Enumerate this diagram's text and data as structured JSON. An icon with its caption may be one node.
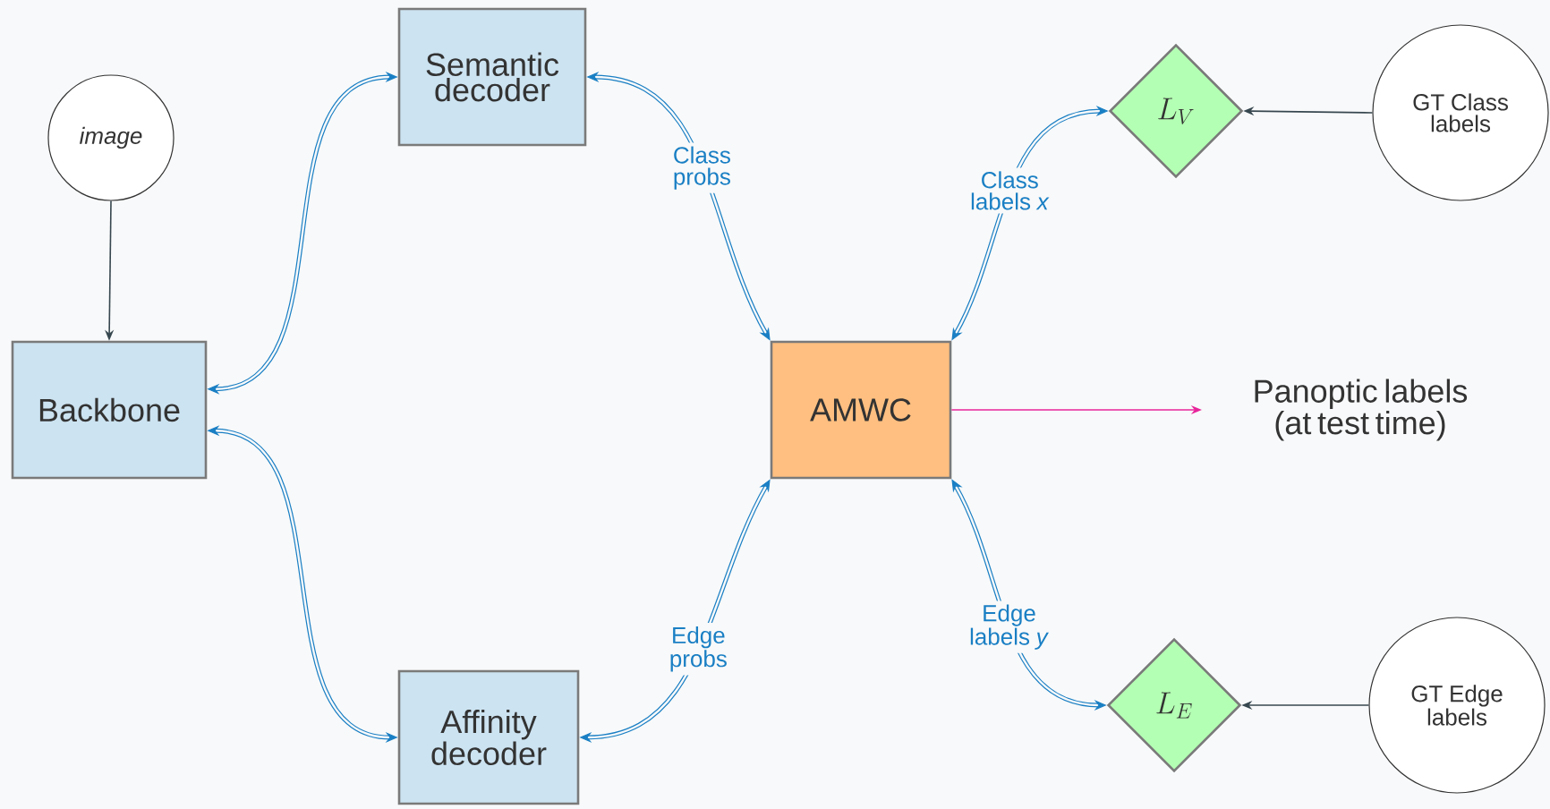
{
  "diagram": {
    "nodes": [
      {
        "text": [
          "image"
        ]
      },
      {
        "text": [
          "Backbone"
        ]
      },
      {
        "text": [
          "Semantic decoder"
        ]
      },
      {
        "text": [
          "Affinity decoder"
        ]
      },
      {
        "text": [
          "AMWC"
        ]
      },
      {
        "text": [
          "L_{V}"
        ]
      },
      {
        "text": [
          "GT Class labels"
        ]
      },
      {
        "text": [
          "Panoptic labels (at test time)"
        ]
      },
      {
        "text": [
          "L_{E}"
        ]
      },
      {
        "text": [
          "GT Edge labels"
        ]
      }
    ],
    "edges": [
      {
        "from": 0,
        "to": 1,
        "arrow": "to",
        "color": "#37474f"
      },
      {
        "from": 1,
        "to": 2,
        "arrow": "both"
      },
      {
        "from": 1,
        "to": 3,
        "arrow": "both"
      },
      {
        "from": 2,
        "to": 4,
        "arrow": "both",
        "label": "Class probs"
      },
      {
        "from": 3,
        "to": 4,
        "arrow": "both",
        "label": "Edge probs"
      },
      {
        "from": 4,
        "to": 5,
        "arrow": "both",
        "label": "Class labels *x*"
      },
      {
        "from": 4,
        "to": 8,
        "arrow": "both",
        "label": "Edge labels *y*"
      },
      {
        "from": 6,
        "to": 5,
        "arrow": "to",
        "color": "#37474f"
      },
      {
        "from": 9,
        "to": 8,
        "arrow": "to",
        "color": "#37474f"
      },
      {
        "from": 4,
        "to": 7,
        "arrow": "to",
        "color": "#e8259b"
      }
    ]
  }
}
